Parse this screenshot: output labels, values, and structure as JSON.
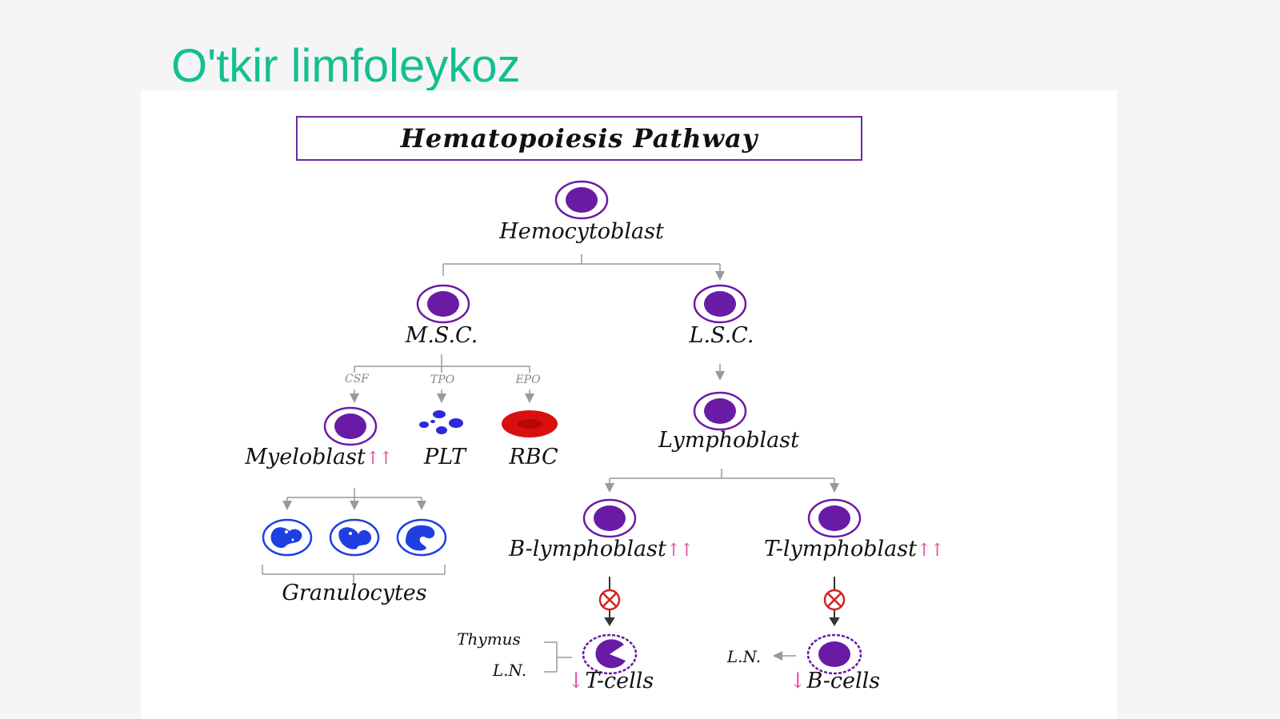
{
  "slide": {
    "title": "O'tkir limfoleykoz"
  },
  "diagram": {
    "title": "Hematopoiesis Pathway",
    "labels": {
      "hemocytoblast": "Hemocytoblast",
      "msc": "M.S.C.",
      "lsc": "L.S.C.",
      "csf": "CSF",
      "tpo": "TPO",
      "epo": "EPO",
      "myeloblast": "Myeloblast",
      "plt": "PLT",
      "rbc": "RBC",
      "lymphoblast": "Lymphoblast",
      "granulocytes": "Granulocytes",
      "b_lymphoblast": "B-lymphoblast",
      "t_lymphoblast": "T-lymphoblast",
      "thymus": "Thymus",
      "ln_left": "L.N.",
      "ln_right": "L.N.",
      "t_cells": "T-cells",
      "b_cells": "B-cells"
    },
    "markers": {
      "increase": "↑↑",
      "decrease": "↓"
    },
    "colors": {
      "title_text": "#13c08f",
      "box_border": "#6b2d9a",
      "nucleus": "#6a1ba6",
      "granulocyte": "#1f3fe0",
      "rbc": "#d81010",
      "arrow_marker": "#e0579f",
      "block": "#d62020",
      "line": "#999999"
    },
    "icons": {
      "block": "blocked-circle-x-icon"
    }
  }
}
